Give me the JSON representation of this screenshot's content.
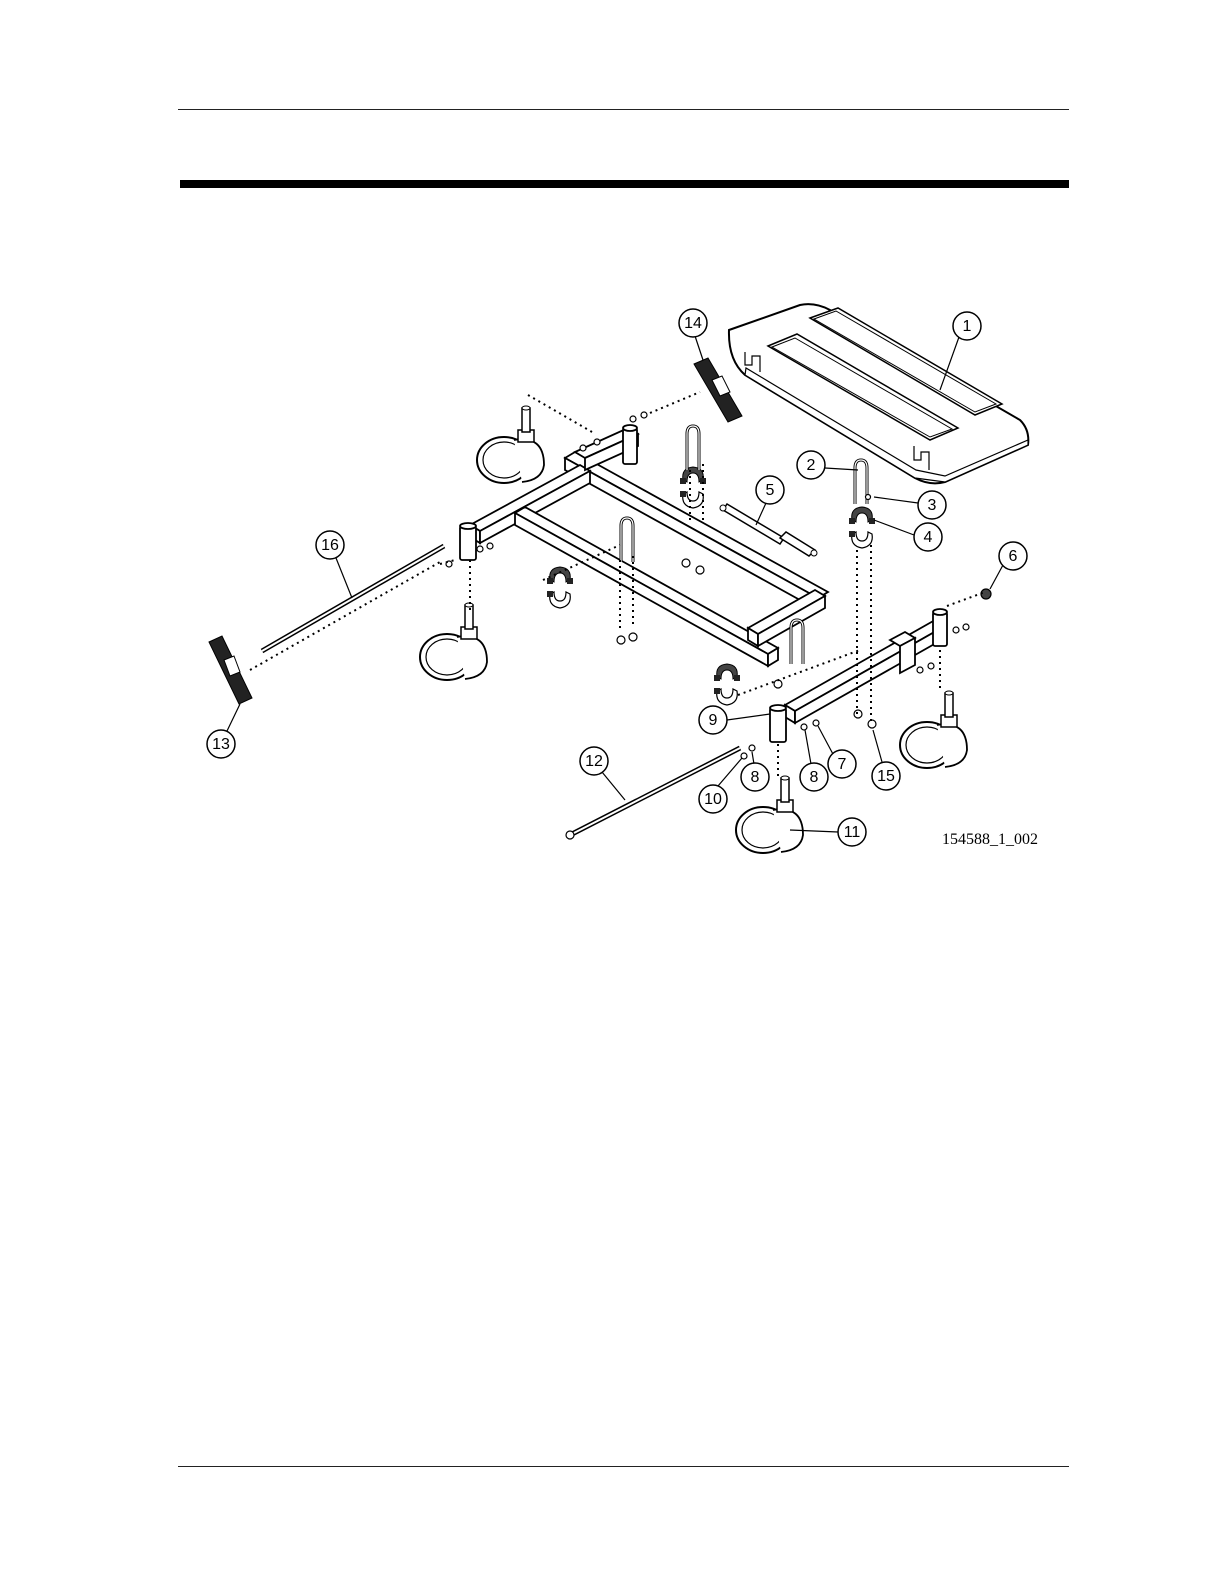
{
  "diagram": {
    "drawing_number": "154588_1_002",
    "callouts": [
      "1",
      "2",
      "3",
      "4",
      "5",
      "6",
      "7",
      "8",
      "8",
      "9",
      "10",
      "11",
      "12",
      "13",
      "14",
      "15",
      "16"
    ]
  }
}
